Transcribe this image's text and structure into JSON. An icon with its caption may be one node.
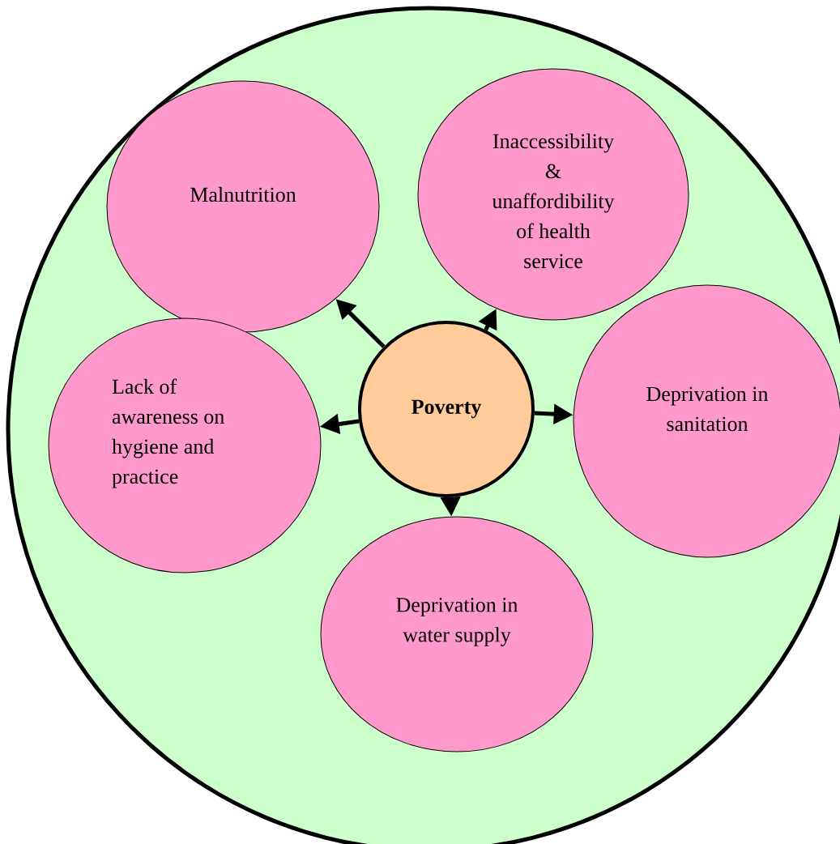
{
  "diagram": {
    "nodes": [
      {
        "text": [],
        "shape": "circle"
      },
      {
        "text": [
          "Malnutrition"
        ],
        "in": 0
      },
      {
        "text": [
          "Inaccessibility & unaffordibility of health service"
        ],
        "in": 0
      },
      {
        "text": [
          "Lack of awareness on hygiene and practice"
        ],
        "in": 0
      },
      {
        "text": [
          "Poverty"
        ],
        "in": 0
      },
      {
        "text": [
          "Deprivation in sanitation"
        ],
        "in": 0
      },
      {
        "text": [
          "Deprivation in water supply"
        ],
        "in": 0
      }
    ],
    "edges": [
      {
        "from": 4,
        "to": 1,
        "arrow": "to"
      },
      {
        "from": 4,
        "to": 2,
        "arrow": "to"
      },
      {
        "from": 4,
        "to": 3,
        "arrow": "to"
      },
      {
        "from": 4,
        "to": 5,
        "arrow": "to"
      },
      {
        "from": 4,
        "to": 6,
        "arrow": "to"
      }
    ]
  }
}
